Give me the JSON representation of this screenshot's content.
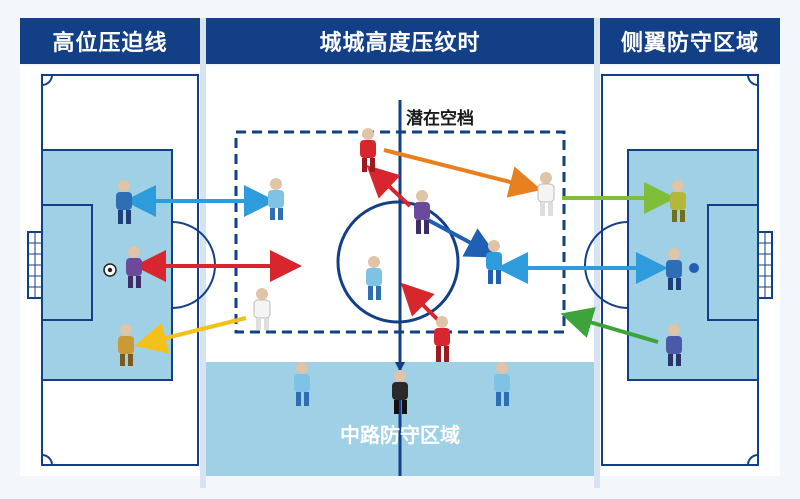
{
  "headers": {
    "left": "高位压迫线",
    "center": "城城高度压纹时",
    "right": "侧翼防守区域"
  },
  "labels": {
    "gap": "潜在空档",
    "middle": "中路防守区域"
  },
  "colors": {
    "header_bg": "#123f86",
    "pitch": "#ffffff",
    "zone_fill": "#9fd0e6",
    "line": "#123f86",
    "arrow_blue": "#2e9bdc",
    "arrow_red": "#d7262e",
    "arrow_yellow": "#f2c21b",
    "arrow_orange": "#e9801f",
    "arrow_green": "#7fbd3a",
    "arrow_green_dark": "#3ea33b",
    "arrow_navy": "#1f5fb4"
  }
}
